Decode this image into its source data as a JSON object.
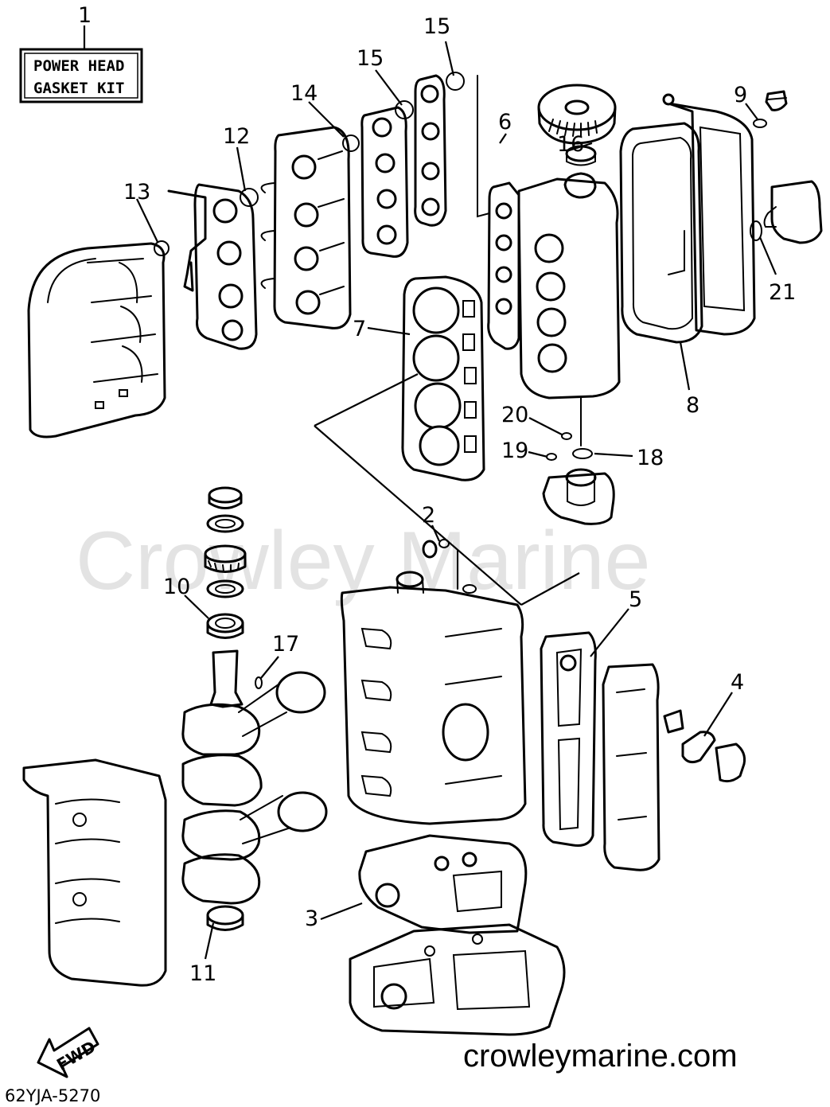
{
  "kit_label": {
    "line1": "POWER HEAD",
    "line2": "GASKET KIT"
  },
  "callouts": {
    "c1": "1",
    "c2": "2",
    "c3": "3",
    "c4": "4",
    "c5": "5",
    "c6": "6",
    "c7": "7",
    "c8": "8",
    "c9": "9",
    "c10": "10",
    "c11": "11",
    "c12": "12",
    "c13": "13",
    "c14": "14",
    "c15a": "15",
    "c15b": "15",
    "c16": "16",
    "c17": "17",
    "c18": "18",
    "c19": "19",
    "c20": "20",
    "c21": "21"
  },
  "watermark": "Crowley Marine",
  "website": "crowleymarine.com",
  "diagram_code": "62YJA-5270",
  "fwd_label": "FWD"
}
